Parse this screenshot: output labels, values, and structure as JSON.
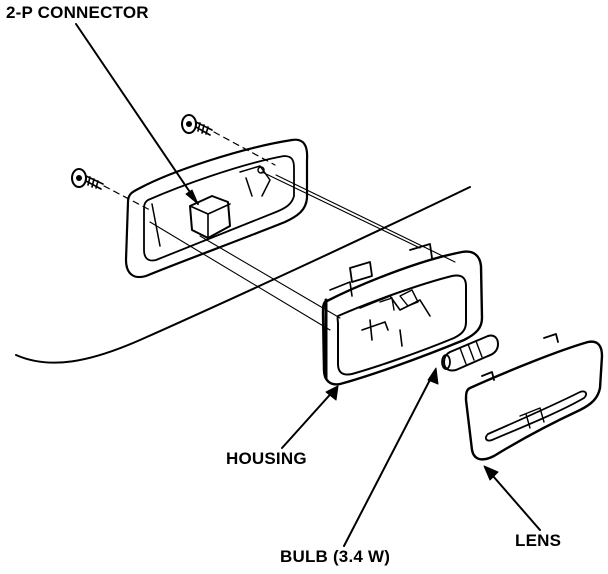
{
  "labels": {
    "connector": "2-P CONNECTOR",
    "housing": "HOUSING",
    "bulb": "BULB (3.4 W)",
    "lens": "LENS"
  },
  "colors": {
    "ink": "#000000",
    "background": "#ffffff"
  }
}
